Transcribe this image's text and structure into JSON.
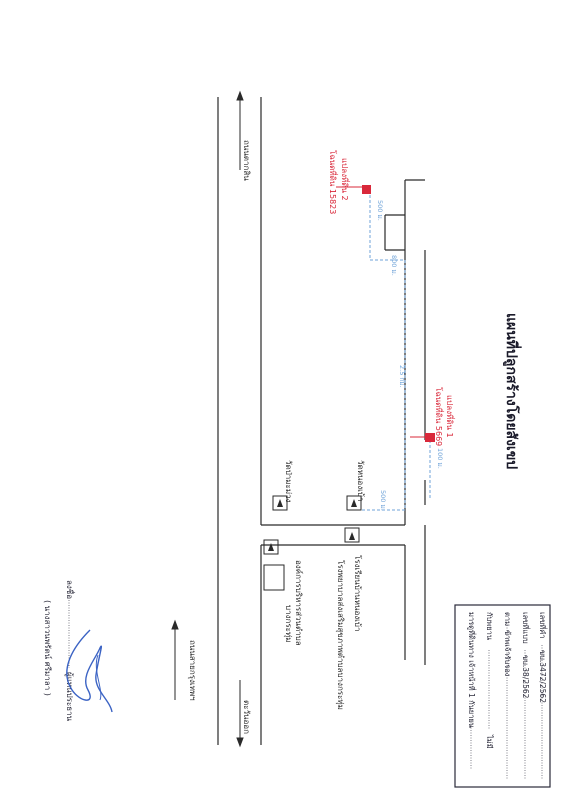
{
  "map": {
    "title": "แผนที่ปลูกสร้างโดยสังเขป",
    "roads": {
      "left_top": "ถนนตากสิน",
      "left_bottom": "ถนนสายกรุงเทพฯ",
      "bottom": "ตะวันออก"
    },
    "landmarks": {
      "plot2_label": "แปลงที่ดิน 2",
      "plot2_deed": "โฉนดที่ดิน 15823",
      "plot1_label": "แปลงที่ดิน 1",
      "plot1_deed": "โฉนดที่ดิน 5669",
      "temple": "วัดป่ามะม่วง",
      "school": "โรงเรียนบ้านหนองเบ้า",
      "office": "โรงพยาบาลส่งเสริมสุขภาพตำบลบางกระทุ่ม",
      "market": "องค์การบริหารส่วนตำบล",
      "market2": "บางกระทุ่ม",
      "hospital": "วัดหนองเบ้า"
    },
    "distances": {
      "d1": "500 ม.",
      "d2": "800 ม.",
      "d3": "2.5 กม.",
      "d4": "500 ม.",
      "d5": "100 ม."
    },
    "colors": {
      "road": "#2a2a2a",
      "path": "#6fa3d8",
      "marker": "#d9283a",
      "label_red": "#d9283a",
      "frame": "#2a2a3a"
    }
  },
  "info_box": {
    "line1_label": "เลขที่คำ",
    "line1_value": "ขบ.3472/2562",
    "line2_label": "เลขที่แบบ",
    "line2_value": "ขบ.38/2562",
    "line3_label": "ตาม",
    "line3_value": "ข้าพเจ้ารับรอง",
    "line4_label": "กับพยาน",
    "line4_value": "ไม่มี",
    "line5": "มารดูที่ดินทาง เจ้าหน้าที่ 1 กันยายน"
  },
  "signature": {
    "sign_label": "ลงชื่อ",
    "role": "ผู้แทนประธาน",
    "name": "( นางสาวนพรัตน์ ศรีมาลา )"
  }
}
